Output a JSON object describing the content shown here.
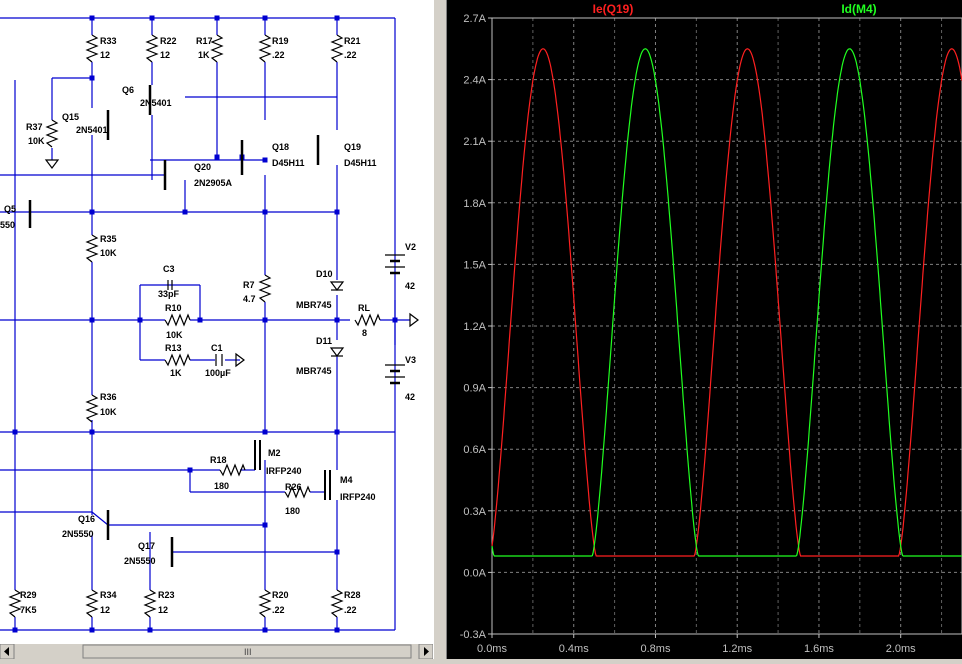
{
  "schematic": {
    "components": [
      {
        "ref": "R33",
        "value": "12"
      },
      {
        "ref": "R22",
        "value": "12"
      },
      {
        "ref": "R17",
        "value": "1K"
      },
      {
        "ref": "R19",
        "value": ".22"
      },
      {
        "ref": "R21",
        "value": ".22"
      },
      {
        "ref": "Q6",
        "value": "2N5401"
      },
      {
        "ref": "R37",
        "value": "10K"
      },
      {
        "ref": "Q15",
        "value": "2N5401"
      },
      {
        "ref": "Q18",
        "value": "D45H11"
      },
      {
        "ref": "Q19",
        "value": "D45H11"
      },
      {
        "ref": "Q20",
        "value": "2N2905A"
      },
      {
        "ref": "Q5",
        "value": "550"
      },
      {
        "ref": "R35",
        "value": "10K"
      },
      {
        "ref": "V2",
        "value": "42"
      },
      {
        "ref": "C3",
        "value": "33pF"
      },
      {
        "ref": "R10",
        "value": "10K"
      },
      {
        "ref": "R7",
        "value": "4.7"
      },
      {
        "ref": "D10",
        "value": "MBR745"
      },
      {
        "ref": "RL",
        "value": "8"
      },
      {
        "ref": "R13",
        "value": "1K"
      },
      {
        "ref": "C1",
        "value": "100µF"
      },
      {
        "ref": "D11",
        "value": "MBR745"
      },
      {
        "ref": "V3",
        "value": "42"
      },
      {
        "ref": "R36",
        "value": "10K"
      },
      {
        "ref": "M2",
        "value": "IRFP240"
      },
      {
        "ref": "R18",
        "value": "180"
      },
      {
        "ref": "M4",
        "value": "IRFP240"
      },
      {
        "ref": "R26",
        "value": "180"
      },
      {
        "ref": "Q16",
        "value": "2N5550"
      },
      {
        "ref": "Q17",
        "value": "2N5550"
      },
      {
        "ref": "R29",
        "value": "7K5"
      },
      {
        "ref": "R34",
        "value": "12"
      },
      {
        "ref": "R23",
        "value": "12"
      },
      {
        "ref": "R20",
        "value": ".22"
      },
      {
        "ref": "R28",
        "value": ".22"
      }
    ],
    "scrollbar_grip": "III"
  },
  "chart_data": {
    "type": "line",
    "title": "",
    "xlabel": "",
    "ylabel": "",
    "x_ticks": [
      "0.0ms",
      "0.4ms",
      "0.8ms",
      "1.2ms",
      "1.6ms",
      "2.0ms"
    ],
    "y_ticks": [
      "2.7A",
      "2.4A",
      "2.1A",
      "1.8A",
      "1.5A",
      "1.2A",
      "0.9A",
      "0.6A",
      "0.3A",
      "0.0A",
      "-0.3A"
    ],
    "xlim": [
      0,
      2.3
    ],
    "ylim": [
      -0.3,
      2.7
    ],
    "x_unit": "ms",
    "y_unit": "A",
    "grid": true,
    "period_ms": 1.0,
    "series": [
      {
        "name": "Ie(Q19)",
        "color": "#ff2020",
        "peak_ms": 0.25,
        "peak_A": 2.55,
        "base_A": 0.08,
        "half_width_ms": 0.26
      },
      {
        "name": "Id(M4)",
        "color": "#20ff20",
        "peak_ms": 0.75,
        "peak_A": 2.55,
        "base_A": 0.08,
        "half_width_ms": 0.26
      }
    ]
  }
}
